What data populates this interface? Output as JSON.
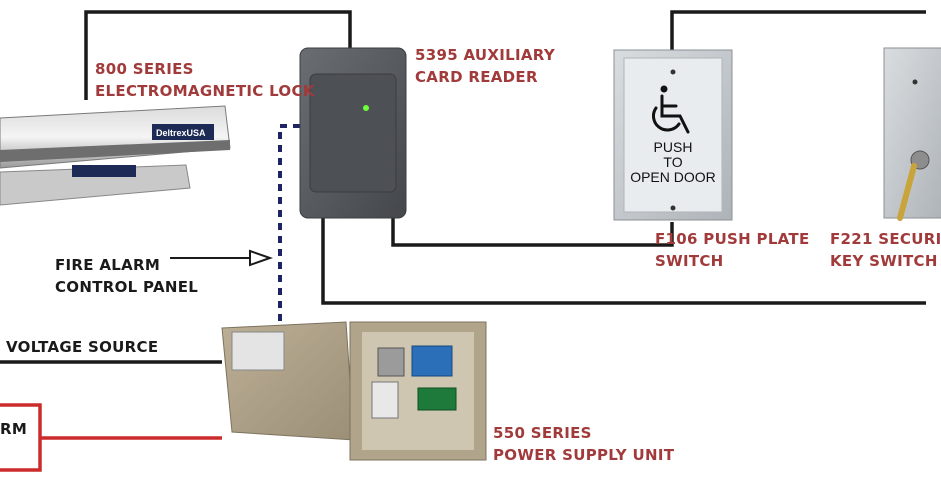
{
  "colors": {
    "label_accent": "#a13a3a",
    "wire_black": "#1a1a1a",
    "wire_red": "#cc2b2b",
    "wire_signal": "#1c2463"
  },
  "components": {
    "lock": {
      "line1": "800 SERIES",
      "line2": "ELECTROMAGNETIC LOCK",
      "brand": "DeltrexUSA"
    },
    "card_reader": {
      "line1": "5395 AUXILIARY",
      "line2": "CARD READER"
    },
    "push_plate": {
      "line1": "F106 PUSH PLATE",
      "line2": "SWITCH",
      "plate_line1": "PUSH",
      "plate_line2": "TO",
      "plate_line3": "OPEN DOOR"
    },
    "key_switch": {
      "line1": "F221 SECURI",
      "line2": "KEY SWITCH"
    },
    "power_supply": {
      "line1": "550 SERIES",
      "line2": "POWER SUPPLY UNIT"
    },
    "fire_alarm": {
      "line1": "FIRE ALARM",
      "line2": "CONTROL PANEL"
    },
    "voltage_source": {
      "label": "VOLTAGE SOURCE"
    },
    "alarm": {
      "label": "RM"
    }
  }
}
